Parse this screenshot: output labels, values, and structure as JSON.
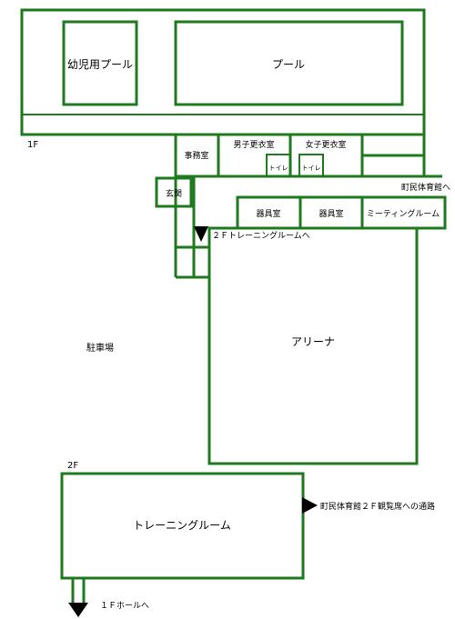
{
  "floor_1": {
    "floor_label": "1F",
    "infant_pool": "幼児用プール",
    "pool": "プール",
    "office": "事務室",
    "mens_locker": "男子更衣室",
    "womens_locker": "女子更衣室",
    "toilet_mens": "トイレ",
    "toilet_womens": "トイレ",
    "entrance": "玄関",
    "equipment_room_1": "器具室",
    "equipment_room_2": "器具室",
    "meeting_room": "ミーティングルーム",
    "arena": "アリーナ",
    "parking": "駐車場",
    "to_town_gym": "町民体育館へ",
    "to_2f_training": "２Ｆトレーニングルームへ"
  },
  "floor_2": {
    "floor_label": "2F",
    "training_room": "トレーニングルーム",
    "to_gym_gallery": "町民体育館２Ｆ観覧席への通路",
    "to_1f_hall": "１Ｆホールへ"
  },
  "colors": {
    "wall": "#1f7a1f",
    "arrow": "#000000",
    "background": "#ffffff"
  }
}
